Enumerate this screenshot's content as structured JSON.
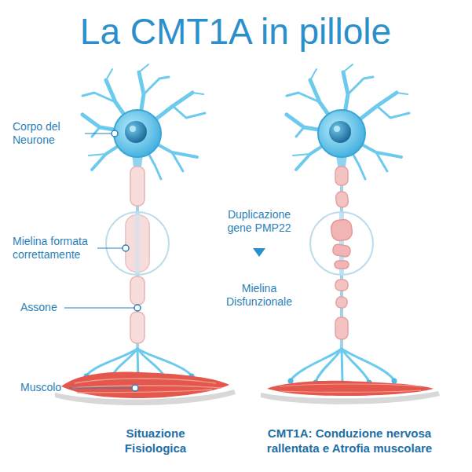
{
  "diagram": {
    "title": "La CMT1A in pillole",
    "labels": [
      "Corpo del Neurone",
      "Mielina formata correttamente",
      "Assone",
      "Muscolo",
      "Duplicazione gene PMP22",
      "Mielina Disfunzionale",
      "Situazione Fisiologica",
      "CMT1A: Conduzione nervosa rallentata e Atrofia muscolare"
    ]
  }
}
